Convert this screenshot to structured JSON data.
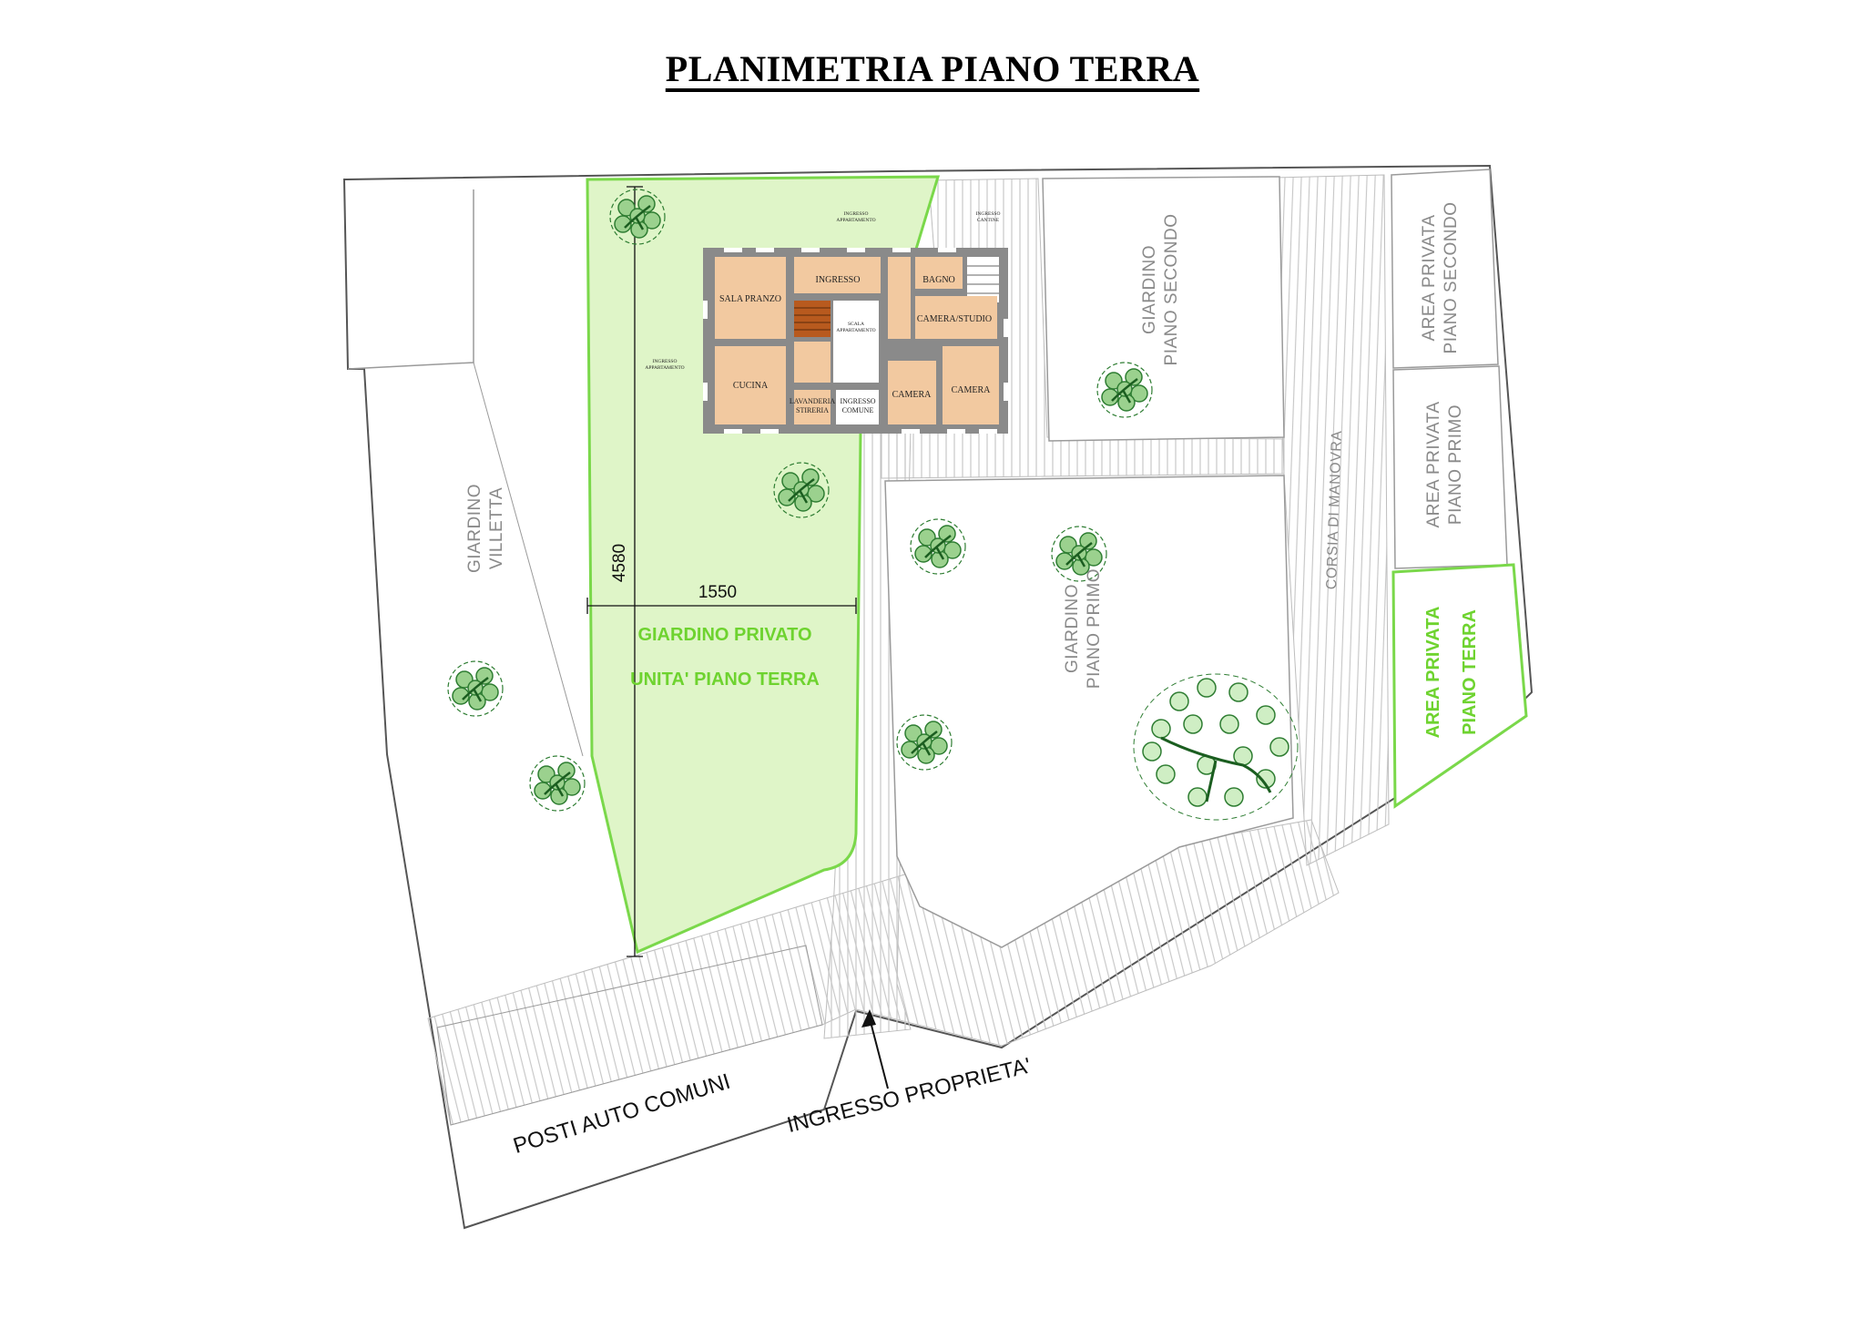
{
  "title": "PLANIMETRIA PIANO TERRA",
  "areas": {
    "giardino_villetta": [
      "GIARDINO",
      "VILLETTA"
    ],
    "giardino_privato": [
      "GIARDINO PRIVATO",
      "UNITA' PIANO TERRA"
    ],
    "giardino_piano_secondo": [
      "GIARDINO",
      "PIANO SECONDO"
    ],
    "giardino_piano_primo": [
      "GIARDINO",
      "PIANO PRIMO"
    ],
    "area_privata_piano_secondo": [
      "AREA PRIVATA",
      "PIANO SECONDO"
    ],
    "area_privata_piano_primo": [
      "AREA PRIVATA",
      "PIANO PRIMO"
    ],
    "area_privata_piano_terra": [
      "AREA PRIVATA",
      "PIANO TERRA"
    ],
    "corsia_di_manovra": "CORSIA DI MANOVRA",
    "posti_auto_comuni": "POSTI AUTO COMUNI",
    "ingresso_proprieta": "INGRESSO PROPRIETA'"
  },
  "dimensions": {
    "height": "4580",
    "width": "1550"
  },
  "rooms": {
    "sala_pranzo": "SALA PRANZO",
    "ingresso": "INGRESSO",
    "bagno": "BAGNO",
    "camera_studio": "CAMERA/STUDIO",
    "cucina": "CUCINA",
    "lavanderia": [
      "LAVANDERIA",
      "STIRERIA"
    ],
    "ingresso_comune": [
      "INGRESSO",
      "COMUNE"
    ],
    "camera_1": "CAMERA",
    "camera_2": "CAMERA"
  },
  "tiny_notes": {
    "ingresso_top": [
      "INGRESSO",
      "APPARTAMENTO"
    ],
    "ingresso_cantine": [
      "INGRESSO",
      "CANTINE"
    ],
    "ingresso_left": [
      "INGRESSO",
      "APPARTAMENTO"
    ],
    "scala": [
      "SCALA",
      "APPARTAMENTO"
    ]
  },
  "colors": {
    "private_green": "#dff5c8",
    "green_outline": "#7ad84a",
    "walls": "#8a8a8a",
    "room_fill": "#f2c9a0",
    "label_grey": "#8a8a8a",
    "hatch": "#cfcfcf"
  }
}
